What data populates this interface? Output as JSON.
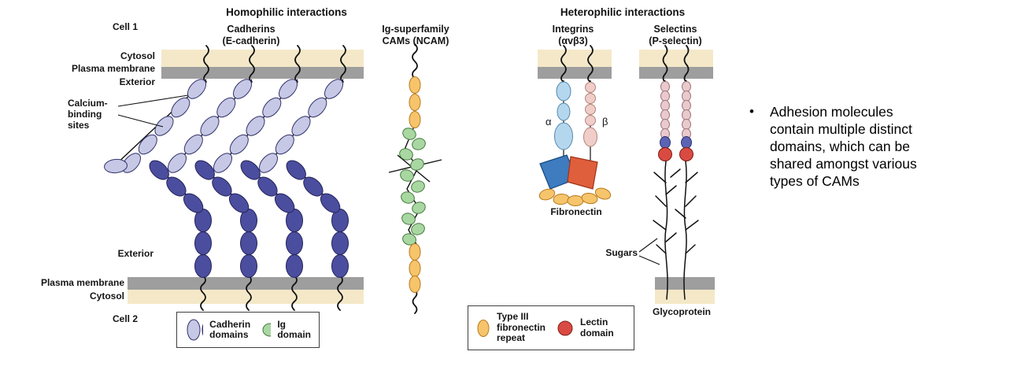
{
  "sections": {
    "homophilic_title": "Homophilic interactions",
    "heterophilic_title": "Heterophilic interactions"
  },
  "molecule_titles": {
    "cadherins": "Cadherins\n(E-cadherin)",
    "ncam": "Ig-superfamily\nCAMs (NCAM)",
    "integrins": "Integrins\n(αvβ3)",
    "selectins": "Selectins\n(P-selectin)"
  },
  "membrane_labels": {
    "cell1": "Cell 1",
    "cell2": "Cell 2",
    "cytosol_top": "Cytosol",
    "plasma_membrane_top": "Plasma membrane",
    "exterior_top": "Exterior",
    "exterior_bottom": "Exterior",
    "plasma_membrane_bottom": "Plasma membrane",
    "cytosol_bottom": "Cytosol"
  },
  "annotations": {
    "calcium_binding_sites": "Calcium-\nbinding\nsites",
    "alpha_subunit": "α",
    "beta_subunit": "β",
    "fibronectin": "Fibronectin",
    "sugars": "Sugars",
    "glycoprotein": "Glycoprotein"
  },
  "legend_cadherin": {
    "cadherin_domains": "Cadherin\ndomains",
    "ig_domain": "Ig domain"
  },
  "legend_heterophilic": {
    "type3_fibronectin_repeat": "Type III\nfibronectin\nrepeat",
    "lectin_domain": "Lectin\ndomain"
  },
  "bullet": {
    "marker": "•",
    "text": "Adhesion molecules\ncontain multiple distinct\ndomains, which can be\nshared amongst various\ntypes of CAMs"
  },
  "colors": {
    "cadherin_light": "#c6c8e6",
    "cadherin_dark": "#4b4d9e",
    "ig_domain_green": "#a9d7a2",
    "fibronectin_orange": "#f6c46b",
    "lectin_red": "#d94b42",
    "integrin_alpha_blue": "#b5d7ee",
    "integrin_beta_pink": "#f0cdc9",
    "selectin_stalk_pink": "#e8cacd",
    "selectin_blue": "#5b63b4",
    "membrane_gray": "#9e9e9e",
    "cytosol_tan": "#f4e8c8"
  }
}
